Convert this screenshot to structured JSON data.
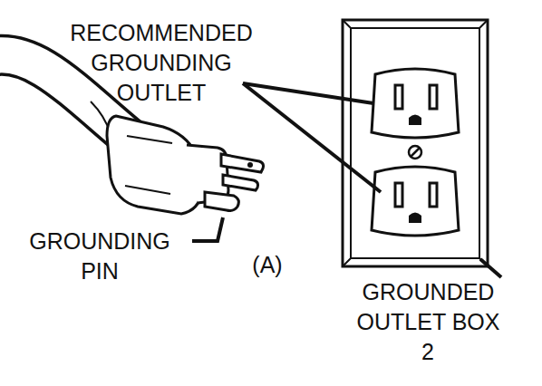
{
  "diagram": {
    "labels": [
      "RECOMMENDED GROUNDING OUTLET",
      "GROUNDING PIN",
      "(A)",
      "GROUNDED OUTLET BOX",
      "2"
    ]
  }
}
